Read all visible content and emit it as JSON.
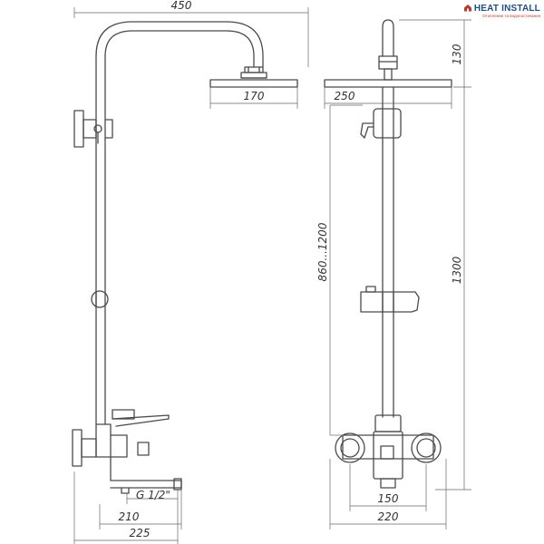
{
  "logo": {
    "name": "HEAT INSTALL",
    "tagline": "Отопление та водопостачання",
    "colors": {
      "brand": "#1e4d8c",
      "accent": "#c0392b"
    }
  },
  "dimensions": [
    {
      "id": "top-width",
      "value": "450"
    },
    {
      "id": "head-side",
      "value": "170"
    },
    {
      "id": "head-front",
      "value": "250"
    },
    {
      "id": "head-height",
      "value": "130",
      "vertical": true
    },
    {
      "id": "height-adjust",
      "value": "860...1200",
      "vertical": true
    },
    {
      "id": "total-height",
      "value": "1300",
      "vertical": true
    },
    {
      "id": "inlet-thread",
      "value": "G 1/2\""
    },
    {
      "id": "spout-reach",
      "value": "210"
    },
    {
      "id": "mixer-depth",
      "value": "225"
    },
    {
      "id": "connection-spacing",
      "value": "150"
    },
    {
      "id": "mixer-width",
      "value": "220"
    }
  ],
  "colors": {
    "line": "#4a4a4a",
    "text": "#333333"
  }
}
